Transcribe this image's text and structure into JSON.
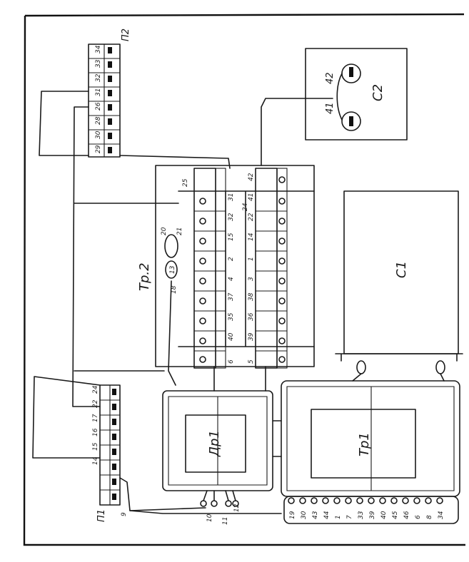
{
  "labels": {
    "p2": "П2",
    "p1": "П1",
    "c2": "С2",
    "c1": "С1",
    "tr2": "Тр.2",
    "tr1": "Тр1",
    "dr1": "Др1",
    "w41": "41",
    "w42": "42",
    "w20": "20",
    "w21": "21",
    "w18": "18",
    "w13": "13",
    "w24": "24",
    "w25": "25",
    "w9": "9",
    "w10": "10",
    "w11": "11",
    "w12": "12"
  },
  "strip_p2": [
    "29",
    "30",
    "28",
    "26",
    "31",
    "32",
    "33",
    "34"
  ],
  "strip_p1": [
    "14",
    "15",
    "16",
    "17",
    "22",
    "24"
  ],
  "tr2_upper": [
    "6",
    "40",
    "35",
    "37",
    "4",
    "2",
    "15",
    "32",
    "31"
  ],
  "tr2_lower": [
    "5",
    "39",
    "36",
    "38",
    "3",
    "1",
    "14",
    "22",
    "41",
    "42"
  ],
  "tr1_terminals": [
    "19",
    "30",
    "43",
    "44",
    "1",
    "7",
    "33",
    "39",
    "40",
    "45",
    "46",
    "6",
    "8",
    "34"
  ]
}
